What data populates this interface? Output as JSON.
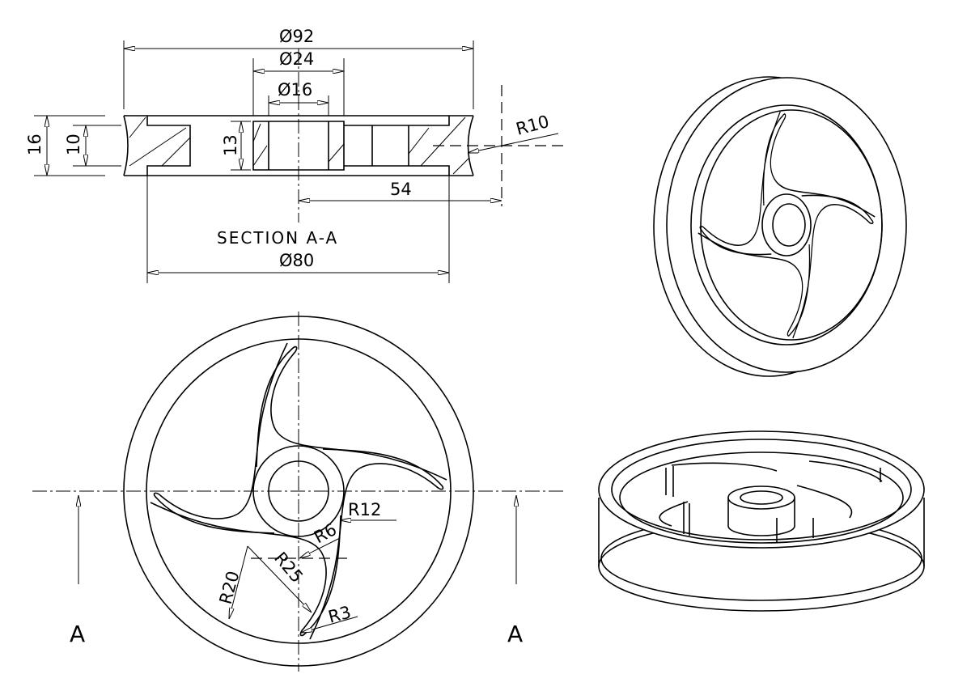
{
  "section": {
    "title": "SECTION A-A",
    "dims": {
      "dia_outer": "Ø92",
      "dia_hub": "Ø24",
      "dia_bore": "Ø16",
      "height_total": "16",
      "height_web": "10",
      "height_hub": "13",
      "groove_radius": "R10",
      "offset": "54",
      "dia_inner": "Ø80"
    }
  },
  "front": {
    "dims": {
      "r_hub": "R12",
      "r_small": "R6",
      "r_outer_arc": "R25",
      "r_inner_arc": "R20",
      "r_tip": "R3"
    },
    "section_marker_left": "A",
    "section_marker_right": "A"
  }
}
